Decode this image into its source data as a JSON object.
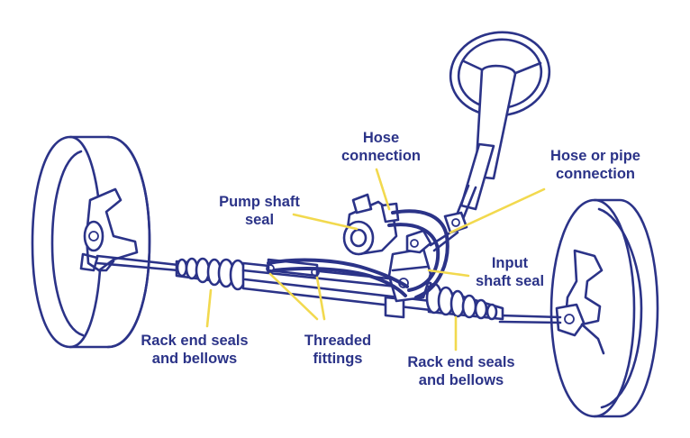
{
  "labels": {
    "hose_connection": [
      "Hose",
      "connection"
    ],
    "hose_or_pipe_connection": [
      "Hose or pipe",
      "connection"
    ],
    "pump_shaft_seal": [
      "Pump shaft",
      "seal"
    ],
    "input_shaft_seal": [
      "Input",
      "shaft seal"
    ],
    "rack_end_seals_left": [
      "Rack end seals",
      "and bellows"
    ],
    "threaded_fittings": [
      "Threaded",
      "fittings"
    ],
    "rack_end_seals_right": [
      "Rack end seals",
      "and bellows"
    ]
  },
  "colors": {
    "line": "#2b3388",
    "leader": "#f2d94e",
    "background": "#ffffff"
  }
}
